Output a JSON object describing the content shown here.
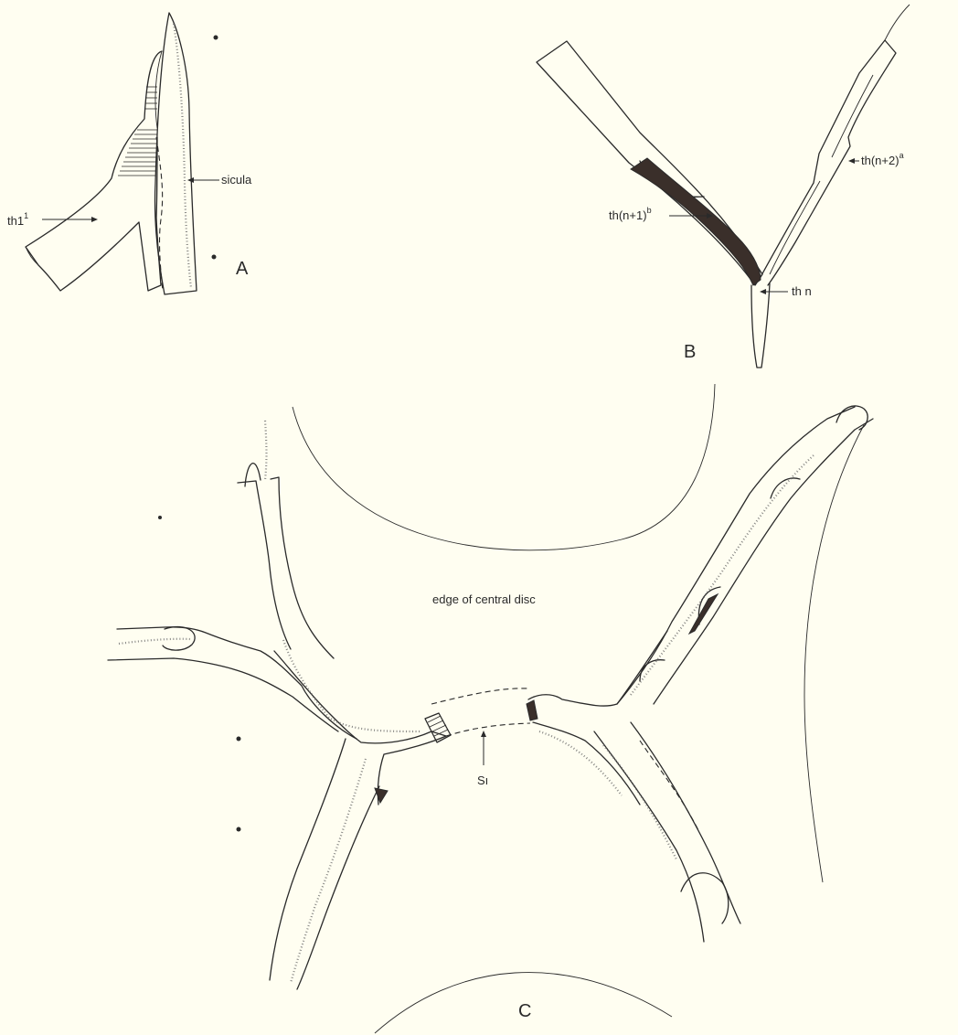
{
  "panels": {
    "a": {
      "letter": "A",
      "labels": {
        "sicula": "sicula",
        "th1": "th1",
        "th1_sup": "1"
      }
    },
    "b": {
      "letter": "B",
      "labels": {
        "thn2": "th(n+2)",
        "thn2_sup": "a",
        "thn1": "th(n+1)",
        "thn1_sup": "b",
        "thn": "th n"
      }
    },
    "c": {
      "letter": "C",
      "labels": {
        "disc": "edge of central disc",
        "s1": "Sı"
      }
    }
  }
}
